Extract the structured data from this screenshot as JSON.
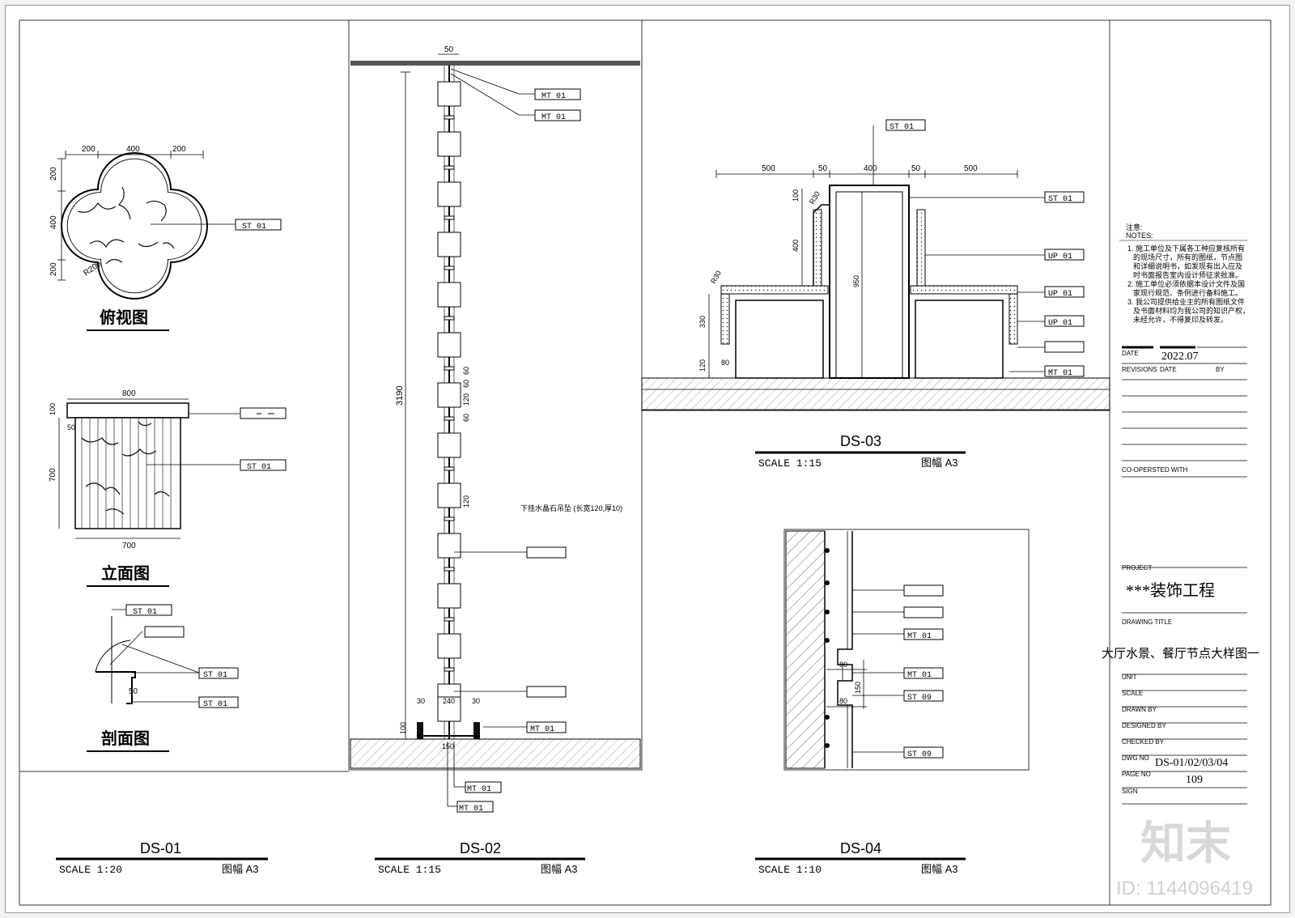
{
  "views": {
    "ds01": {
      "plan_title": "俯视图",
      "elevation_title": "立面图",
      "section_title": "剖面图",
      "code": "DS-01",
      "scale": "SCALE 1:20",
      "sheet_size": "图幅 A3",
      "plan_dims": [
        "200",
        "400",
        "200",
        "200",
        "400",
        "200"
      ],
      "plan_radius": "R200",
      "elev_dims": {
        "top": "800",
        "bottom": "700",
        "height": "700",
        "cap": "100",
        "inset": "50"
      },
      "section_dim": "50",
      "tags": {
        "st01": "ST 01"
      }
    },
    "ds02": {
      "code": "DS-02",
      "scale": "SCALE 1:15",
      "sheet_size": "图幅 A3",
      "dims": {
        "top": "50",
        "height": "3190",
        "d60a": "60",
        "d60b": "60",
        "d120": "120",
        "d60c": "60",
        "d120b": "120",
        "d30a": "30",
        "d240": "240",
        "d30b": "30",
        "d100": "100",
        "d150": "150"
      },
      "note": "下挂水晶石吊坠 (长宽120,厚10)",
      "tags": {
        "mt01": "MT 01"
      }
    },
    "ds03": {
      "code": "DS-03",
      "scale": "SCALE 1:15",
      "sheet_size": "图幅 A3",
      "dims": {
        "d500a": "500",
        "d50a": "50",
        "d400": "400",
        "d50b": "50",
        "d500b": "500",
        "d100": "100",
        "d400v": "400",
        "d330": "330",
        "d120": "120",
        "d950": "950",
        "d80": "80",
        "r30a": "R30",
        "r30b": "R30"
      },
      "tags": {
        "st01": "ST 01",
        "up01": "UP 01",
        "mt01": "MT 01"
      }
    },
    "ds04": {
      "code": "DS-04",
      "scale": "SCALE 1:10",
      "sheet_size": "图幅 A3",
      "dims": {
        "d80a": "80",
        "d150": "150",
        "d80b": "80"
      },
      "tags": {
        "mt01": "MT 01",
        "st09": "ST 09"
      }
    }
  },
  "title_block": {
    "notes_cn": "注意:",
    "notes_en": "NOTES:",
    "notes": [
      "1. 施工单位及下属各工种应复核所有",
      "的现场尺寸，所有的图纸，节点图",
      "和详细说明书，如发现有出入应及",
      "时书面报告室内设计师征求批准。",
      "2. 施工单位必须依据本设计文件及国",
      "家现行规范、条例进行备料施工。",
      "3. 我公司提供给业主的所有图纸文件",
      "及书面材料均为我公司的知识产权，",
      "未经允许，不得复印及转发。"
    ],
    "date_label": "DATE",
    "date_value": "2022.07",
    "revisions_label": "REVISIONS",
    "rev_date_label": "DATE",
    "rev_by_label": "BY",
    "cooperated_label": "CO-OPERSTED WITH",
    "project_label": "PROJECT",
    "project_value": "***装饰工程",
    "drawing_title_label": "DRAWING TITLE",
    "drawing_title_value": "大厅水景、餐厅节点大样图一",
    "unit_label": "UNIT",
    "scale_label": "SCALE",
    "drawn_by_label": "DRAWN BY",
    "designed_by_label": "DESIGNED BY",
    "checked_by_label": "CHECKED BY",
    "dwg_no_label": "DWG NO",
    "dwg_no_value": "DS-01/02/03/04",
    "page_no_label": "PAGE NO",
    "page_no_value": "109",
    "sign_label": "SIGN"
  },
  "watermark": {
    "logo": "知末",
    "id_text": "ID: 1144096419"
  }
}
